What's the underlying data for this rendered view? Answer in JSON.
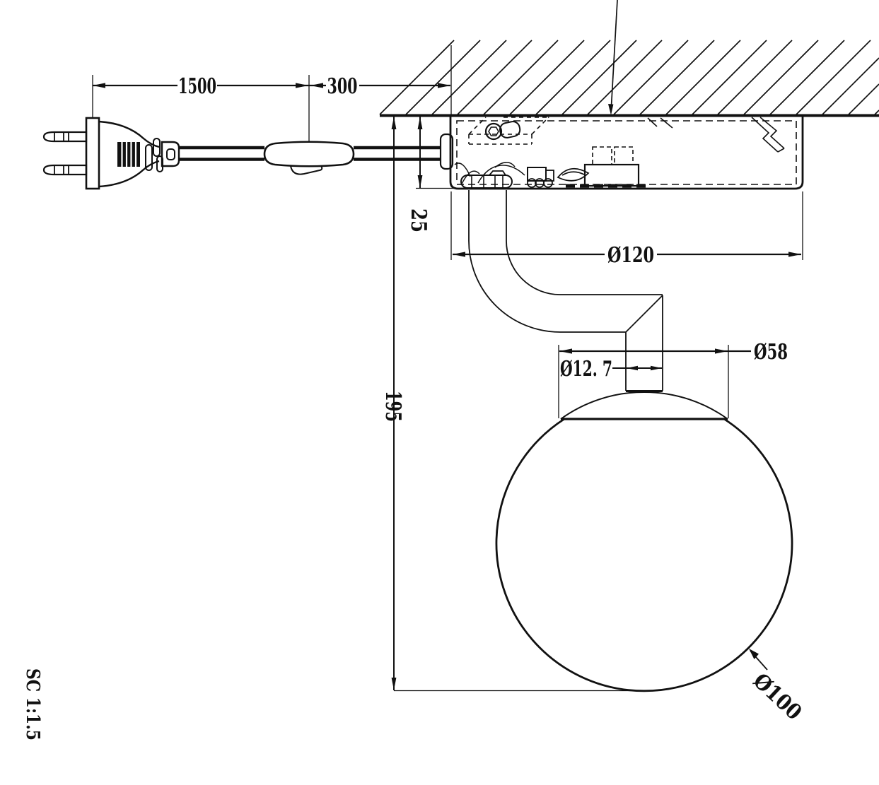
{
  "drawing": {
    "type": "technical-dimension-drawing",
    "subject": "ceiling-mounted globe lamp with power cord, inline switch and recessed canopy",
    "scale_label": "SC 1:1.5",
    "colors": {
      "line": "#111111",
      "background": "#ffffff"
    },
    "dimensions": {
      "cord_plug_to_switch": "1500",
      "switch_to_canopy": "300",
      "recess_depth": "25",
      "canopy_diameter": "Ø120",
      "drop_height": "195",
      "neck_diameter": "Ø58",
      "stem_diameter": "Ø12. 7",
      "globe_diameter": "Ø100"
    }
  }
}
